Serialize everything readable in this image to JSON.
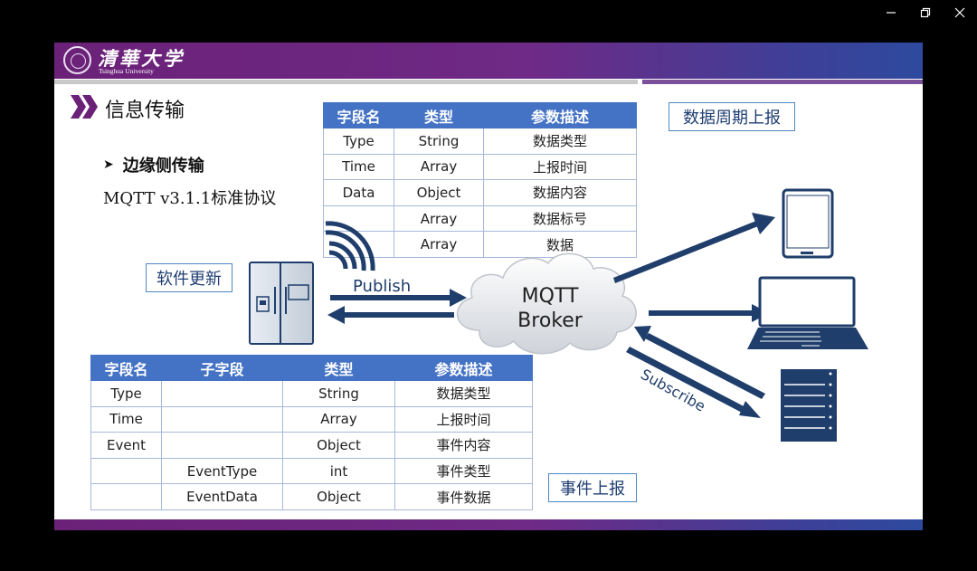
{
  "slide": {
    "logo_cn": "清華大学",
    "logo_en": "Tsinghua University",
    "section_title": "信息传输",
    "bullet": "边缘侧传输",
    "protocol": "MQTT v3.1.1标准协议",
    "labels": {
      "periodic": "数据周期上报",
      "software_update": "软件更新",
      "event": "事件上报"
    },
    "broker": {
      "line1": "MQTT",
      "line2": "Broker"
    },
    "publish": "Publish",
    "subscribe": "Subscribe"
  },
  "periodic_table": {
    "headers": [
      "字段名",
      "类型",
      "参数描述"
    ],
    "rows": [
      [
        "Type",
        "String",
        "数据类型"
      ],
      [
        "Time",
        "Array",
        "上报时间"
      ],
      [
        "Data",
        "Object",
        "数据内容"
      ],
      [
        "",
        "Array",
        "数据标号"
      ],
      [
        "",
        "Array",
        "数据"
      ]
    ]
  },
  "event_table": {
    "headers": [
      "字段名",
      "子字段",
      "类型",
      "参数描述"
    ],
    "rows": [
      [
        "Type",
        "",
        "String",
        "数据类型"
      ],
      [
        "Time",
        "",
        "Array",
        "上报时间"
      ],
      [
        "Event",
        "",
        "Object",
        "事件内容"
      ],
      [
        "",
        "EventType",
        "int",
        "事件类型"
      ],
      [
        "",
        "EventData",
        "Object",
        "事件数据"
      ]
    ]
  },
  "colors": {
    "banner_purple": "#6b2178",
    "table_header": "#4472c4",
    "arrow": "#1f3e6b",
    "label_border": "#4f87c5"
  },
  "icons": [
    "minimize-icon",
    "restore-icon",
    "close-icon",
    "tablet-icon",
    "laptop-icon",
    "server-icon",
    "refrigerator-icon",
    "signal-icon",
    "cloud-icon"
  ]
}
